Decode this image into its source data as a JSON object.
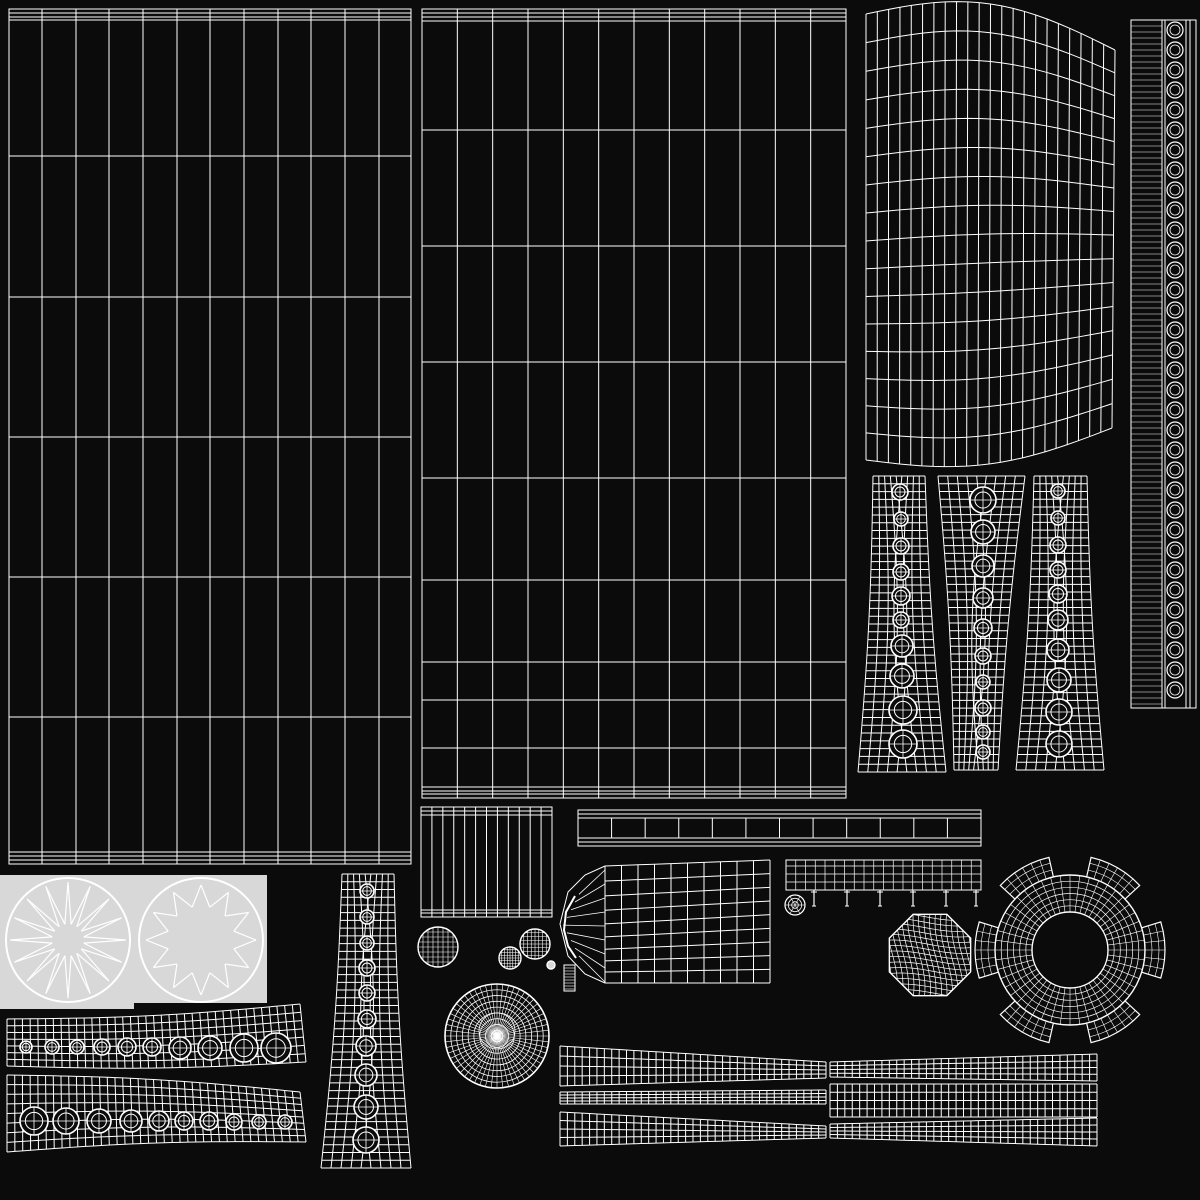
{
  "colors": {
    "background": "#0b0b0b",
    "wire": "#ffffff",
    "light_patch": "#d8d8d8"
  },
  "islands": [
    {
      "id": "panel-large-left",
      "kind": "grid"
    },
    {
      "id": "panel-large-center",
      "kind": "grid"
    },
    {
      "id": "cloth-panel",
      "kind": "curved-grid"
    },
    {
      "id": "tall-strip-right",
      "kind": "ring-strip"
    },
    {
      "id": "tapered-strip-1",
      "kind": "ring-strip"
    },
    {
      "id": "tapered-strip-2",
      "kind": "ring-strip"
    },
    {
      "id": "tapered-strip-3",
      "kind": "ring-strip"
    },
    {
      "id": "star-discs",
      "kind": "disc"
    },
    {
      "id": "horizontal-strip-top",
      "kind": "ring-strip"
    },
    {
      "id": "horizontal-strip-bottom",
      "kind": "ring-strip"
    },
    {
      "id": "tapered-strip-4",
      "kind": "ring-strip"
    },
    {
      "id": "small-square-grid",
      "kind": "grid"
    },
    {
      "id": "thin-bar",
      "kind": "grid"
    },
    {
      "id": "cone-patch",
      "kind": "curved-grid"
    },
    {
      "id": "fringe-strip",
      "kind": "grid"
    },
    {
      "id": "cog-ring",
      "kind": "ring"
    },
    {
      "id": "round-patch",
      "kind": "disc"
    },
    {
      "id": "radial-disc",
      "kind": "disc"
    },
    {
      "id": "small-spheres",
      "kind": "disc"
    },
    {
      "id": "long-strips",
      "kind": "grid"
    }
  ]
}
